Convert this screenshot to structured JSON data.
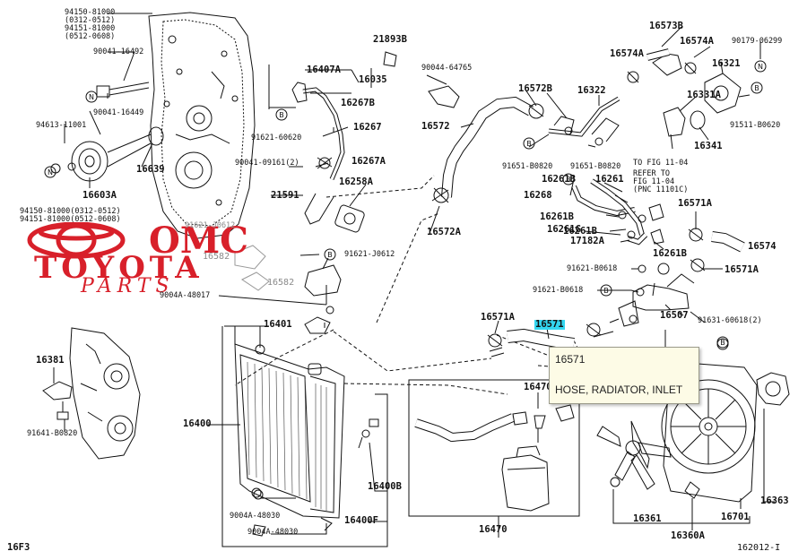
{
  "tooltip": {
    "part_no": "16571",
    "description": "HOSE, RADIATOR, INLET"
  },
  "watermark": {
    "line1": "OMC",
    "line2": "TOYOTA",
    "line3": "PARTS",
    "red": "#d8202a"
  },
  "highlight_color": "#33d6f0",
  "footer": {
    "left": "16F3",
    "right": "162012-I"
  },
  "labels": {
    "l94150a": "94150-81000",
    "l0312a": "(0312-0512)",
    "l94151": "94151-81000",
    "l0512": "(0512-0608)",
    "l90041_16492": "90041-16492",
    "l90041_16449": "90041-16449",
    "l94613": "94613-11001",
    "l16639": "16639",
    "l16603A": "16603A",
    "l94150b": "94150-81000(0312-0512)",
    "l94151b": "94151-81000(0512-0608)",
    "l21893B": "21893B",
    "l16407A": "16407A",
    "l16035": "16035",
    "l16267B": "16267B",
    "l91621_60620": "91621-60620",
    "l16267": "16267",
    "l90041_09161": "90041-09161(2)",
    "l16267A": "16267A",
    "l21591": "21591",
    "l16258A": "16258A",
    "l91621_J0612a": "91621-J0612",
    "l16582a": "16582",
    "l91621_J0612b": "91621-J0612",
    "l16582b": "16582",
    "l9004A_48017": "9004A-48017",
    "l16401": "16401",
    "l16381": "16381",
    "l91641": "91641-B0820",
    "l16400": "16400",
    "l9004A_48030a": "9004A-48030",
    "l9004A_48030b": "9004A-48030",
    "l16400B": "16400B",
    "l16400F": "16400F",
    "l90044": "90044-64765",
    "l16572B": "16572B",
    "l16572": "16572",
    "l16322": "16322",
    "l16572A": "16572A",
    "l16573B": "16573B",
    "l16574A_top": "16574A",
    "l16574A_r": "16574A",
    "l90179": "90179-06299",
    "l16321": "16321",
    "l16331A": "16331A",
    "l91511": "91511-B0620",
    "l16341": "16341",
    "l91651a": "91651-B0820",
    "l91651b": "91651-B0820",
    "lref1": "TO FIG 11-04",
    "lref2": "REFER TO",
    "lref3": "FIG 11-04",
    "lref4": "(PNC 11101C)",
    "l16261B_a": "16261B",
    "l16268": "16268",
    "l16261_top": "16261",
    "l16261B_b": "16261B",
    "l16261G": "16261G",
    "l16261B_c": "16261B",
    "l17182A": "17182A",
    "l16261B_d": "16261B",
    "l16571A_tr": "16571A",
    "l16574": "16574",
    "l91621_B0618a": "91621-B0618",
    "l16571A_r": "16571A",
    "l91621_B0618b": "91621-B0618",
    "l16507": "16507",
    "l16571A_m": "16571A",
    "l16571_hl": "16571",
    "l91631": "91631-60618(2)",
    "l16470_top": "16470",
    "l16363": "16363",
    "l16361": "16361",
    "l16701": "16701",
    "l16360A": "16360A",
    "l16470_bot": "16470"
  }
}
